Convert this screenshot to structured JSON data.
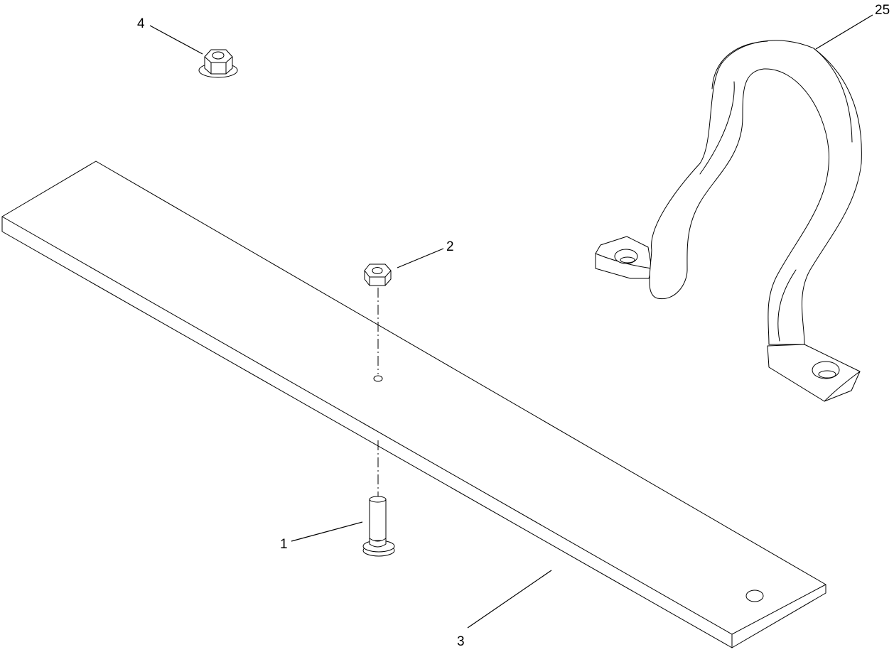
{
  "diagram": {
    "type": "exploded-parts-view",
    "callouts": {
      "screw": "1",
      "hex_nut": "2",
      "bar": "3",
      "flange_nut": "4",
      "handle": "25"
    },
    "colors": {
      "line": "#000000",
      "background": "#ffffff"
    }
  }
}
